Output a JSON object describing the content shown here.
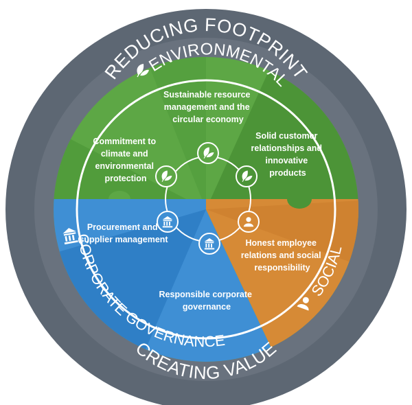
{
  "outer_ring": {
    "top_text": "REDUCING FOOTPRINT",
    "bottom_text": "CREATING VALUE"
  },
  "segments": {
    "environmental": "ENVIRONMENTAL",
    "social": "SOCIAL",
    "governance": "CORPORATE GOVERNANCE"
  },
  "topics": {
    "sustainable_resource": [
      "Sustainable resource",
      "management and the",
      "circular economy"
    ],
    "solid_customer": [
      "Solid customer",
      "relationships and",
      "innovative",
      "products"
    ],
    "commitment_climate": [
      "Commitment to",
      "climate and",
      "environmental",
      "protection"
    ],
    "procurement": [
      "Procurement and",
      "supplier management"
    ],
    "honest_employee": [
      "Honest employee",
      "relations and social",
      "responsibility"
    ],
    "responsible_governance": [
      "Responsible corporate",
      "governance"
    ]
  },
  "icons": {
    "environmental": "leaf-icon",
    "social": "person-icon",
    "governance": "building-columns-icon"
  },
  "colors": {
    "outer_ring": "#5d6773",
    "environmental": "#5da745",
    "environmental_dark": "#4c9437",
    "social": "#d68a36",
    "governance": "#3f8fd4",
    "governance_dark": "#2f7fc6"
  }
}
